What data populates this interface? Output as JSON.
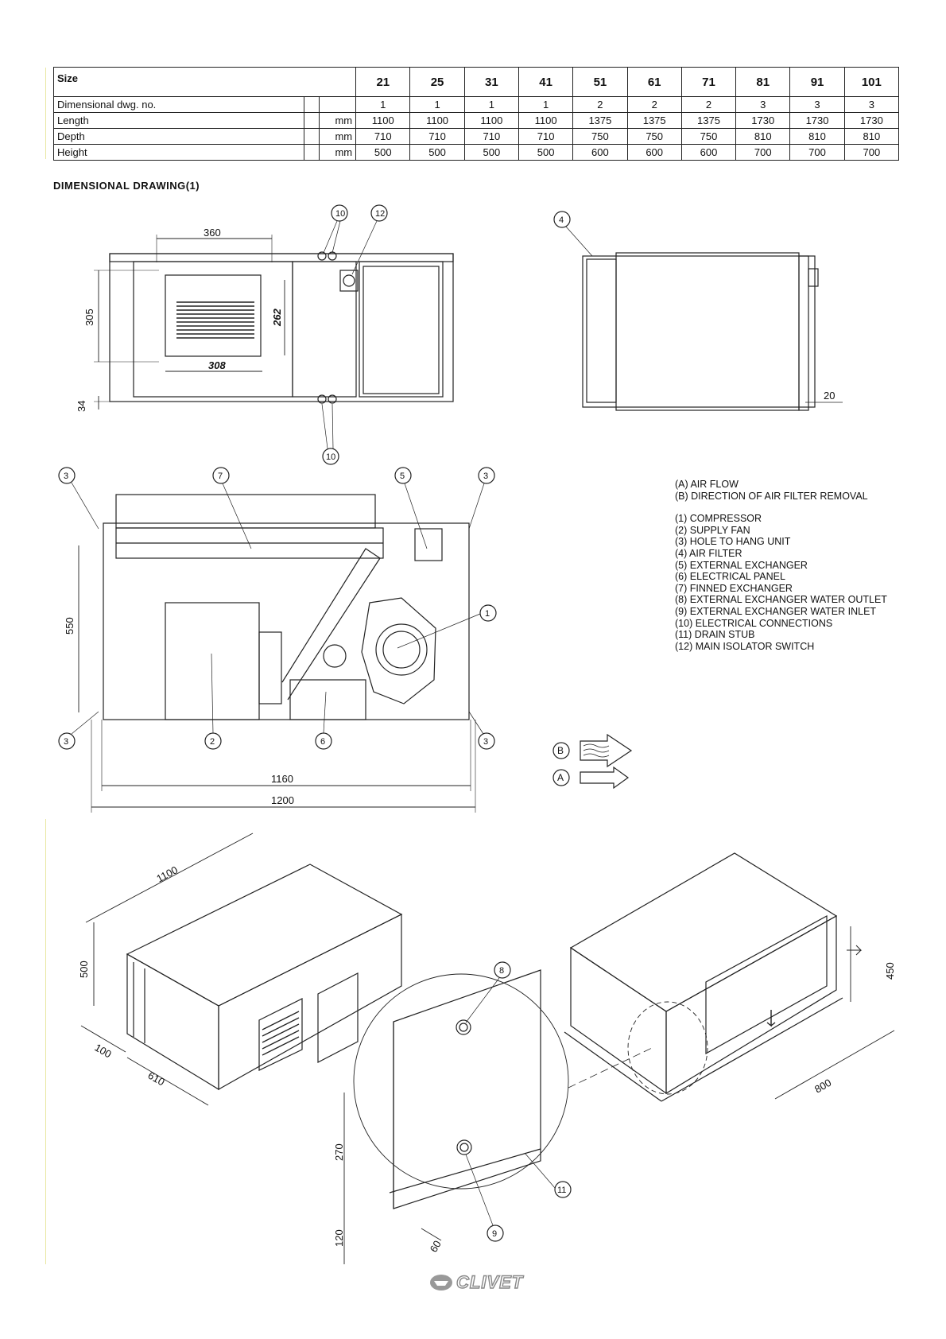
{
  "table": {
    "header": [
      "Size",
      "21",
      "25",
      "31",
      "41",
      "51",
      "61",
      "71",
      "81",
      "91",
      "101"
    ],
    "rows": [
      {
        "label": "Dimensional dwg. no.",
        "unit": "",
        "values": [
          "1",
          "1",
          "1",
          "1",
          "2",
          "2",
          "2",
          "3",
          "3",
          "3"
        ]
      },
      {
        "label": "Length",
        "unit": "mm",
        "values": [
          "1100",
          "1100",
          "1100",
          "1100",
          "1375",
          "1375",
          "1375",
          "1730",
          "1730",
          "1730"
        ]
      },
      {
        "label": "Depth",
        "unit": "mm",
        "values": [
          "710",
          "710",
          "710",
          "710",
          "750",
          "750",
          "750",
          "810",
          "810",
          "810"
        ]
      },
      {
        "label": "Height",
        "unit": "mm",
        "values": [
          "500",
          "500",
          "500",
          "500",
          "600",
          "600",
          "600",
          "700",
          "700",
          "700"
        ]
      }
    ]
  },
  "section_title": "DIMENSIONAL DRAWING(1)",
  "legend": {
    "notes": [
      "(A) AIR FLOW",
      "(B) DIRECTION OF AIR FILTER REMOVAL"
    ],
    "items": [
      "(1) COMPRESSOR",
      "(2) SUPPLY FAN",
      "(3) HOLE TO HANG UNIT",
      "(4) AIR FILTER",
      "(5) EXTERNAL EXCHANGER",
      "(6) ELECTRICAL PANEL",
      "(7) FINNED EXCHANGER",
      "(8) EXTERNAL EXCHANGER WATER OUTLET",
      "(9) EXTERNAL EXCHANGER WATER INLET",
      "(10) ELECTRICAL CONNECTIONS",
      "(11) DRAIN STUB",
      "(12) MAIN ISOLATOR SWITCH"
    ]
  },
  "callouts": {
    "front": [
      "10",
      "12",
      "10"
    ],
    "side": [
      "4"
    ],
    "plan": [
      "3",
      "7",
      "5",
      "3",
      "1",
      "3",
      "2",
      "6",
      "3"
    ],
    "iso": [
      "8",
      "9",
      "11"
    ],
    "symbols": [
      "B",
      "A"
    ]
  },
  "dimensions": {
    "front": [
      "360",
      "305",
      "262",
      "308",
      "34"
    ],
    "side": [
      "20"
    ],
    "plan": [
      "550",
      "1160",
      "1200"
    ],
    "iso_left": [
      "1100",
      "500",
      "100",
      "610"
    ],
    "iso_right": [
      "450",
      "800"
    ],
    "detail": [
      "270",
      "120",
      "60"
    ]
  },
  "logo": "CLIVET"
}
